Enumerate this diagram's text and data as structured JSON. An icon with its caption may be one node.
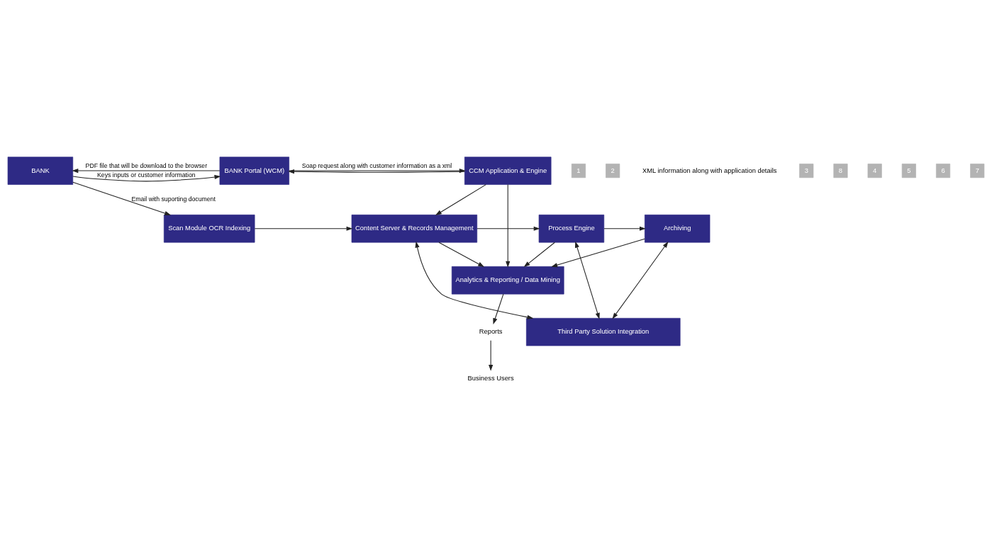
{
  "diagram": {
    "nodes": [
      {
        "text": [
          "BANK"
        ]
      },
      {
        "text": [
          "BANK Portal (WCM)"
        ]
      },
      {
        "text": [
          "CCM Application & Engine"
        ]
      },
      {
        "text": [
          "Analytics & Reporting / Data Mining"
        ]
      },
      {
        "text": [
          "Scan Module OCR Indexing"
        ]
      },
      {
        "text": [
          "Content Server & Records Management"
        ]
      },
      {
        "text": [
          "Process Engine"
        ]
      },
      {
        "text": [
          "Archiving"
        ]
      },
      {
        "text": [
          "Third Party Solution Integration"
        ]
      },
      {
        "text": [
          "Reports"
        ]
      },
      {
        "text": [
          "Business Users"
        ]
      }
    ],
    "edges": [
      {
        "from": 0,
        "to": 1,
        "arrow": "to",
        "label": "Keys inputs or customer information"
      },
      {
        "from": 1,
        "to": 0,
        "arrow": "to",
        "label": "PDF file that will be download to the browser"
      },
      {
        "from": 1,
        "to": 2,
        "arrow": "to",
        "label": "Soap request along with customer information as a xml"
      },
      {
        "from": 2,
        "to": 1,
        "arrow": "to"
      },
      {
        "from": 2,
        "to": 5,
        "arrow": "to"
      },
      {
        "from": 2,
        "to": 3,
        "arrow": "to"
      },
      {
        "from": 5,
        "to": 3,
        "arrow": "to"
      },
      {
        "from": 6,
        "to": 3,
        "arrow": "to"
      },
      {
        "from": 7,
        "to": 3,
        "arrow": "to"
      },
      {
        "from": 0,
        "to": 4,
        "arrow": "to",
        "label": "Email with suporting document"
      },
      {
        "from": 4,
        "to": 5,
        "arrow": "to"
      },
      {
        "from": 5,
        "to": 6,
        "arrow": "to"
      },
      {
        "from": 6,
        "to": 7,
        "arrow": "to"
      },
      {
        "from": 5,
        "to": 8,
        "arrow": "both"
      },
      {
        "from": 6,
        "to": 8,
        "arrow": "both"
      },
      {
        "from": 7,
        "to": 8,
        "arrow": "both"
      },
      {
        "from": 3,
        "to": 9,
        "arrow": "to"
      },
      {
        "from": 9,
        "to": 10,
        "arrow": "to"
      }
    ],
    "labels": [
      "1",
      "2",
      "XML information along with application details",
      "3",
      "8",
      "4",
      "5",
      "6",
      "7"
    ]
  }
}
